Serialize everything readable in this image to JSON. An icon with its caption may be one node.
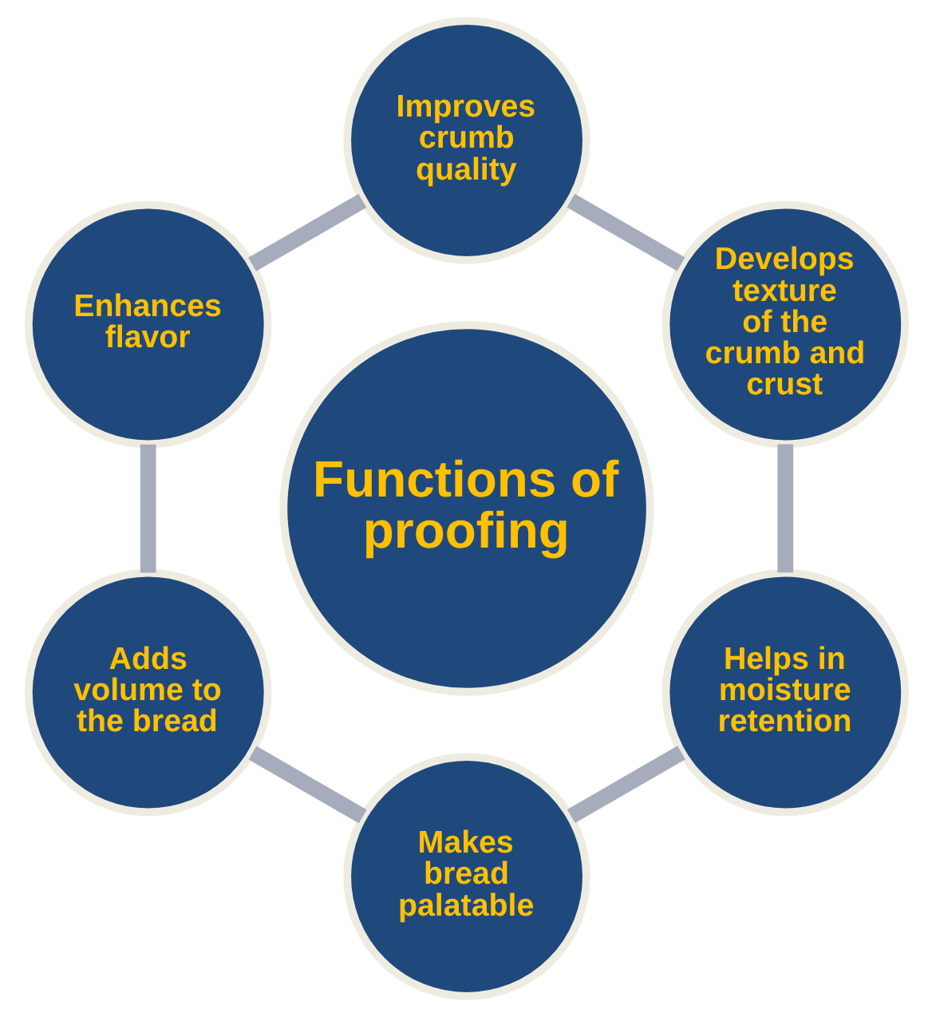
{
  "diagram": {
    "nodes": [
      {
        "text": [
          "Functions of proofing"
        ]
      },
      {
        "text": [
          "Develops texture of the crumb and crust"
        ]
      },
      {
        "text": [
          "Improves crumb quality"
        ]
      },
      {
        "text": [
          "Enhances flavor"
        ]
      },
      {
        "text": [
          "Adds volume to the bread"
        ]
      },
      {
        "text": [
          "Makes bread palatable"
        ]
      },
      {
        "text": [
          "Helps in moisture retention"
        ]
      }
    ],
    "edges": [
      {
        "from": 1,
        "to": 2,
        "arrow": "none"
      },
      {
        "from": 2,
        "to": 3,
        "arrow": "none"
      },
      {
        "from": 3,
        "to": 4,
        "arrow": "none"
      },
      {
        "from": 4,
        "to": 5,
        "arrow": "none"
      },
      {
        "from": 5,
        "to": 6,
        "arrow": "none"
      },
      {
        "from": 6,
        "to": 1,
        "arrow": "none"
      }
    ]
  }
}
